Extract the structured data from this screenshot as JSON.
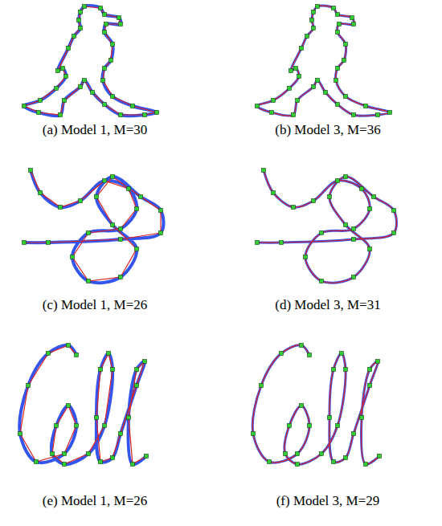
{
  "diagram": {
    "labels": [
      "(a) Model 1, M=30",
      "(b) Model 3, M=36",
      "(c) Model 1, M=26",
      "(d) Model 3, M=31",
      "(e) Model 1, M=26",
      "(f) Model 3, M=29"
    ]
  }
}
